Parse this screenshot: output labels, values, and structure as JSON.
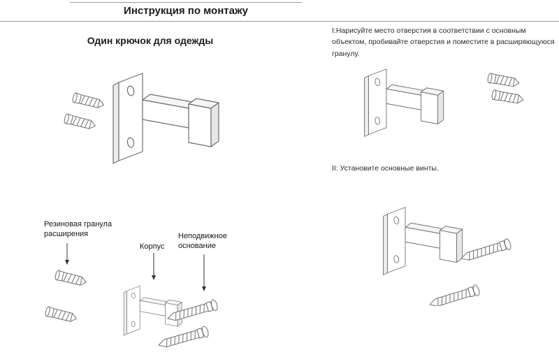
{
  "title": "Инструкция по монтажу",
  "subtitle": "Один крючок для одежды",
  "steps": [
    {
      "text": "I:Нарисуйте место отверстия в соответствии с основным объектом, пробивайте отверстия и поместите в расширяющуюся гранулу."
    },
    {
      "text": "II: Установите основные винты."
    }
  ],
  "parts_labels": {
    "expansion_plug": "Резиновая гранула расширения",
    "body": "Корпус",
    "fixed_base": "Неподвижное основание"
  },
  "icons": {
    "hook": "wall-hook-drawing",
    "anchor": "expansion-anchor-drawing",
    "screw": "screw-drawing",
    "arrow": "pointer-arrow"
  },
  "colors": {
    "outline": "#6e6e6e",
    "arrow": "#333333",
    "text": "#111111",
    "rule": "#9a9a9a"
  }
}
